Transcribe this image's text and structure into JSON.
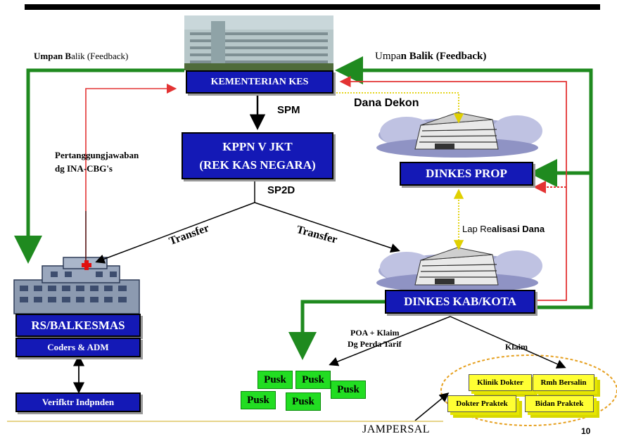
{
  "nodes": {
    "kementerian": "KEMENTERIAN KES",
    "kppn_line1": "KPPN V JKT",
    "kppn_line2": "(REK KAS NEGARA)",
    "dinkes_prop": "DINKES PROP",
    "dinkes_kab": "DINKES KAB/KOTA",
    "rs": "RS/BALKESMAS",
    "coders": "Coders & ADM",
    "verifikator": "Verifktr Indpnden"
  },
  "labels": {
    "umpan_left_a": "Umpan B",
    "umpan_left_b": "alik (Feedback)",
    "umpan_right_a": "Umpa",
    "umpan_right_b": "n Balik (Feedback)",
    "spm": "SPM",
    "dana_dekon": "Dana Dekon",
    "sp2d": "SP2D",
    "pertanggungjawaban": "Pertanggungjawaban",
    "ina_cbg": "dg INA-CBG's",
    "transfer_left": "Transfer",
    "transfer_right": "Transfer",
    "lap_realisasi_a": "Lap Re",
    "lap_realisasi_b": "alisasi Dana",
    "poa_klaim": "POA + Klaim",
    "perda_tarif": "Dg Perda Tarif",
    "klaim": "Klaim",
    "jampersal": "JAMPERSAL",
    "page_number": "10"
  },
  "pusk": [
    "Pusk",
    "Pusk",
    "Pusk",
    "Pusk",
    "Pusk"
  ],
  "clinics": {
    "klinik_dokter": "Klinik Dokter",
    "rmh_bersalin": "Rmh  Bersalin",
    "dokter_praktek": "Dokter Praktek",
    "bidan_praktek": "Bidan Praktek"
  },
  "colors": {
    "box_blue": "#1419b6",
    "arrow_green": "#1f8a1f",
    "arrow_red": "#e33333",
    "dashed_yellow": "#e0d000",
    "pusk_green": "#22dd22",
    "clinic_yellow": "#ffff33"
  }
}
